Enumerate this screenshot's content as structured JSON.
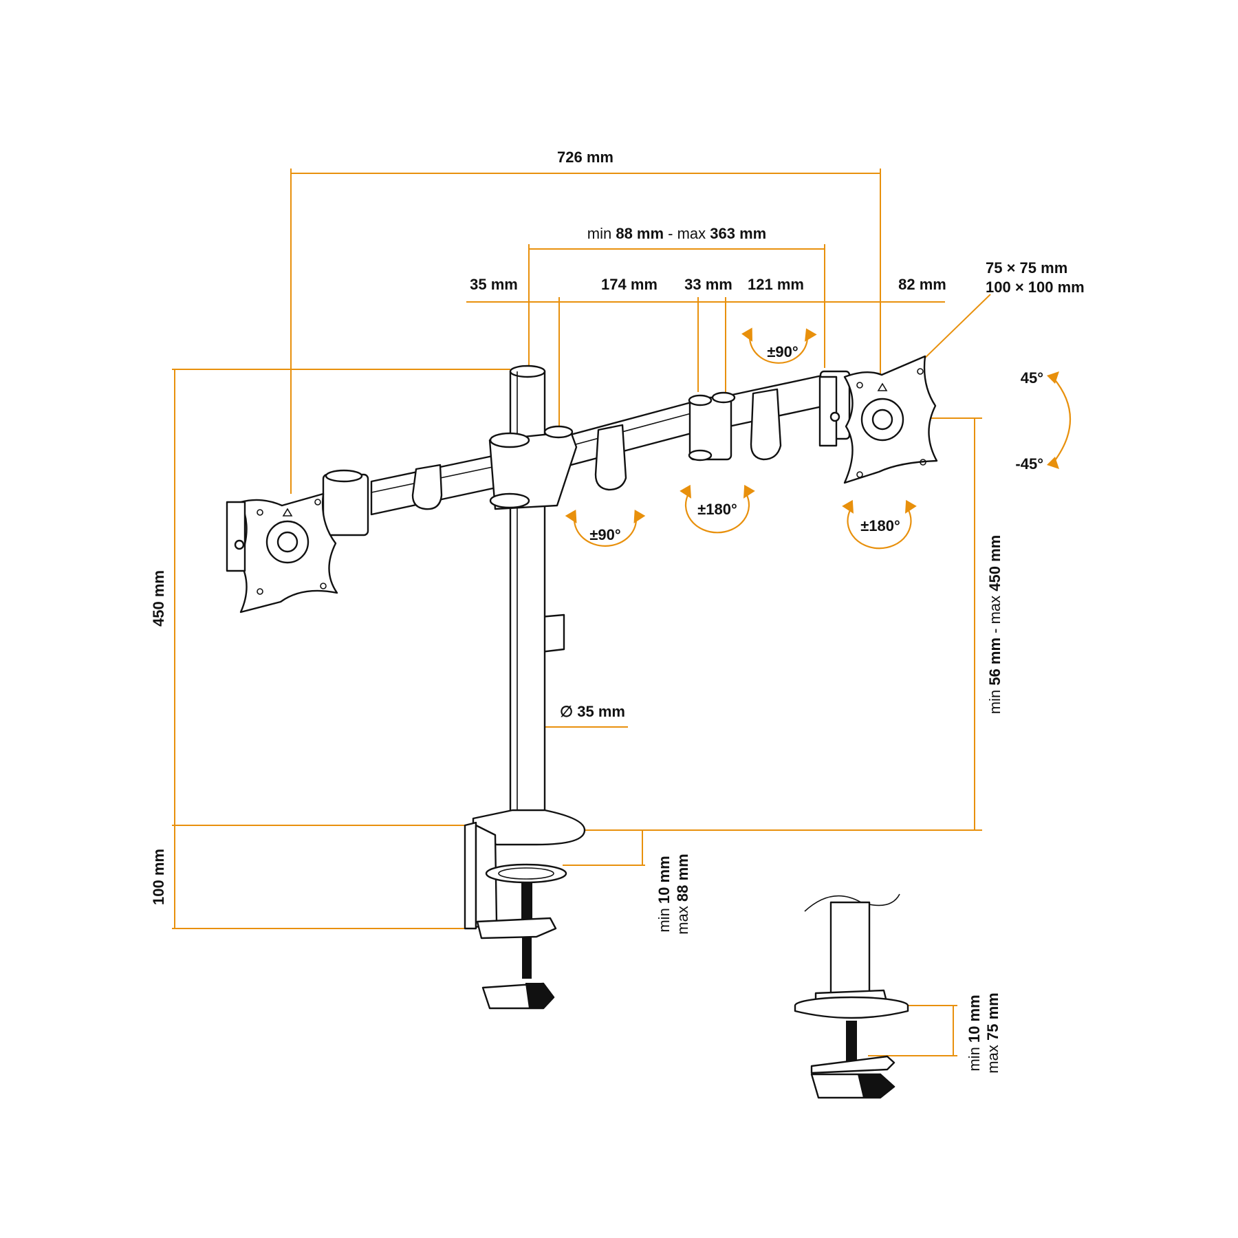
{
  "colors": {
    "dimension": "#e8900c",
    "outline": "#111111",
    "background": "#ffffff"
  },
  "labels": {
    "total_width": "726 mm",
    "arm_min_pre": "min ",
    "arm_min_val": "88 mm",
    "arm_mid": " - max ",
    "arm_max_val": "363 mm",
    "d35": "35 mm",
    "d174": "174 mm",
    "d33": "33 mm",
    "d121": "121 mm",
    "d82": "82 mm",
    "vesa1": "75 × 75 mm",
    "vesa2": "100 × 100 mm",
    "tilt_up": "45°",
    "tilt_down": "-45°",
    "rot_top": "±90°",
    "rot_left": "±90°",
    "rot_mid": "±180°",
    "rot_right": "±180°",
    "height_total": "450 mm",
    "height_clamp": "100 mm",
    "pole_diameter": "∅ 35 mm",
    "vr_min_pre": "min ",
    "vr_min_val": "56 mm",
    "vr_mid": " - max ",
    "vr_max_val": "450 mm",
    "clamp_min_pre": "min ",
    "clamp_min_val": "10 mm",
    "clamp_max_pre": "max ",
    "clamp_max_val": "88 mm",
    "grommet_min_pre": "min ",
    "grommet_min_val": "10 mm",
    "grommet_max_pre": "max ",
    "grommet_max_val": "75 mm"
  }
}
